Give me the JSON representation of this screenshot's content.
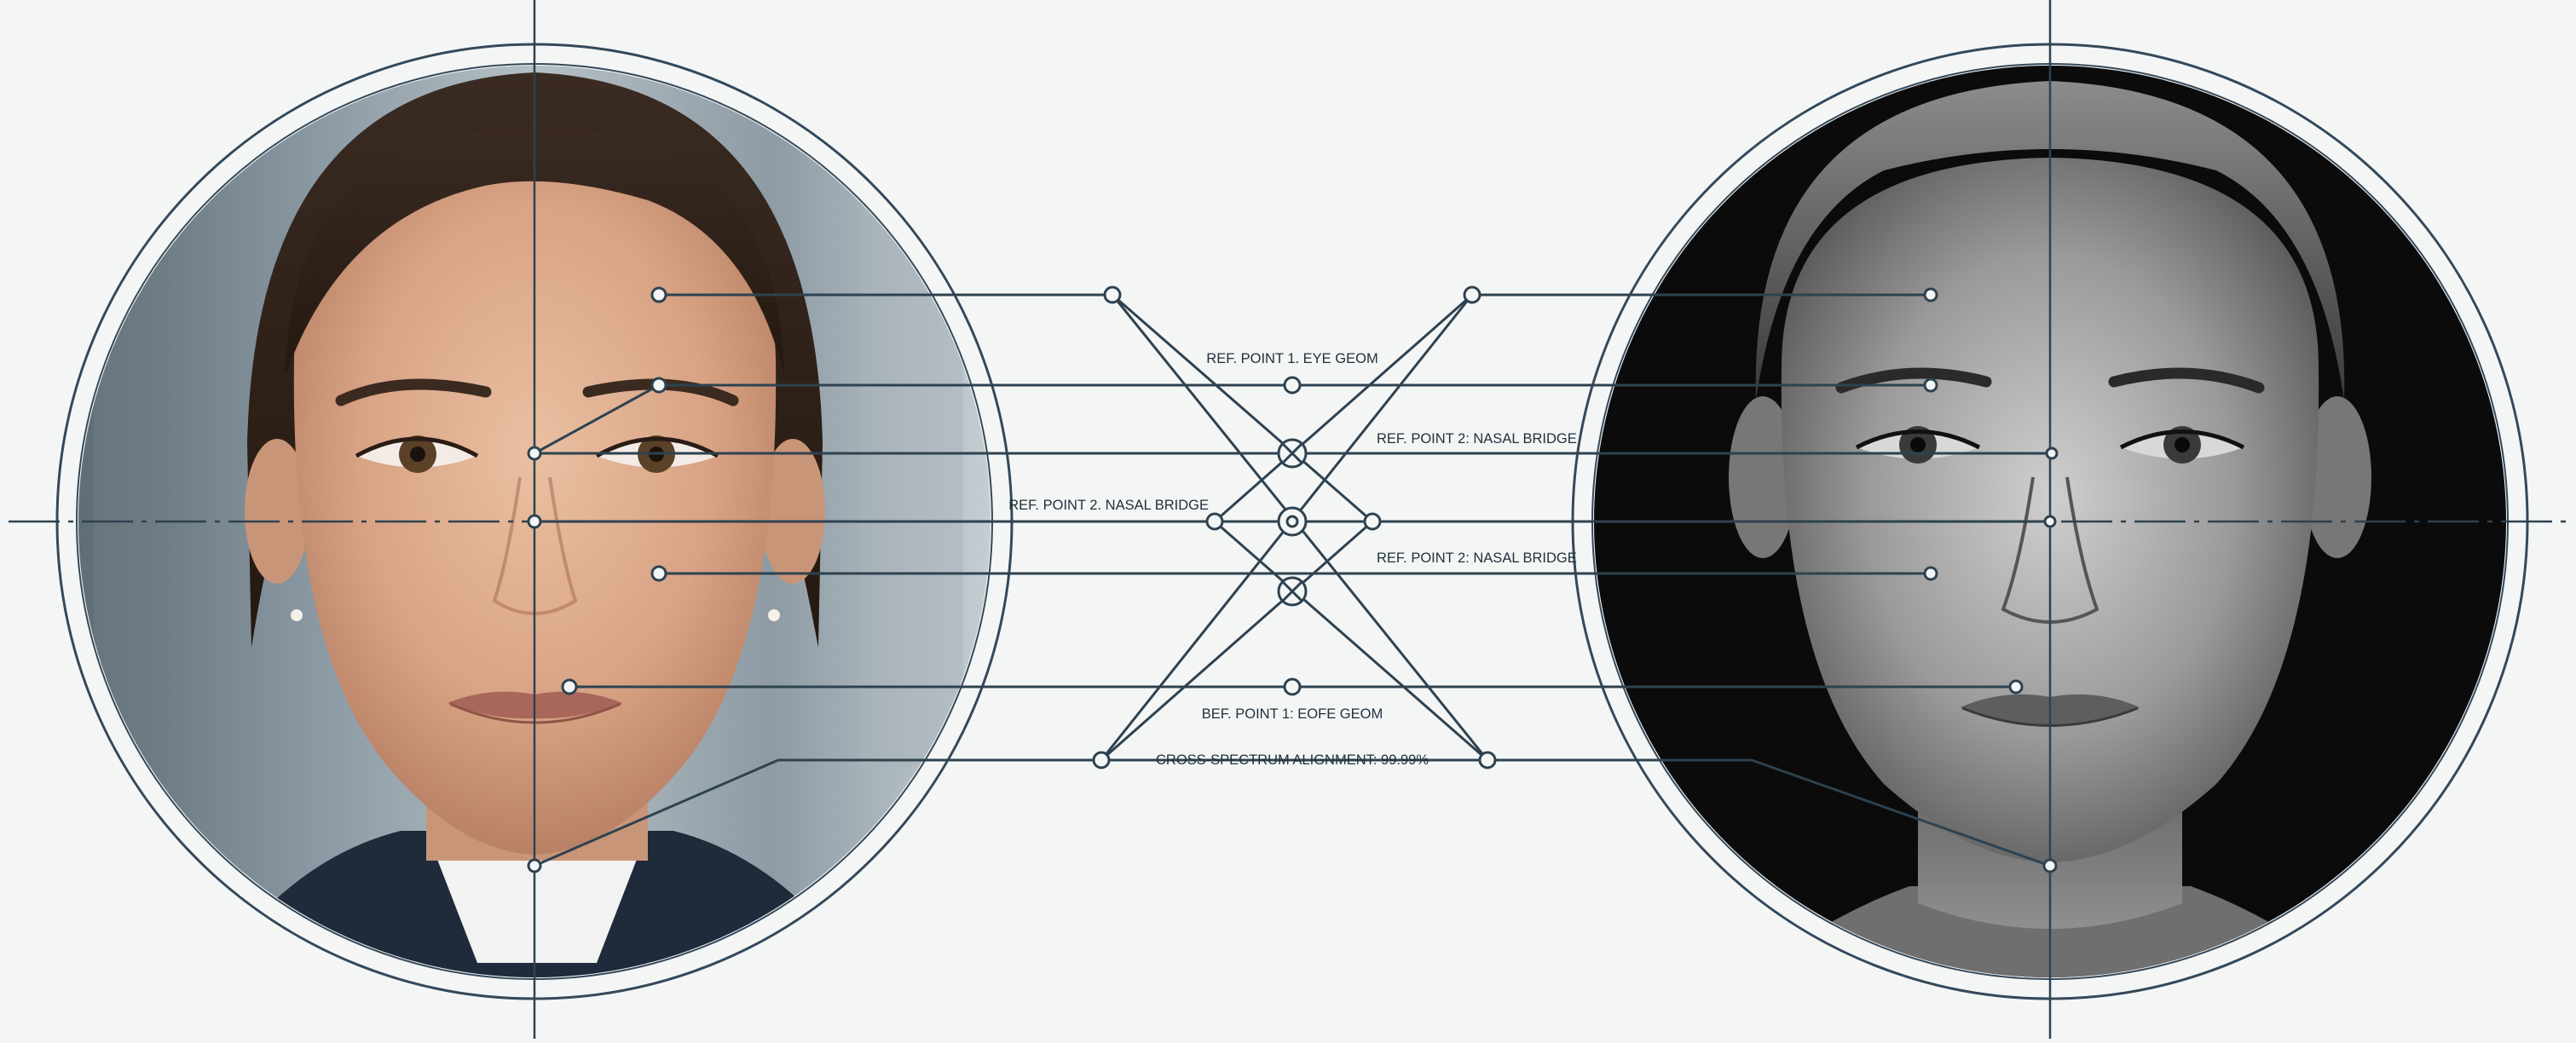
{
  "labels": {
    "ref_eye_top": "REF. POINT 1. EYE GEOM",
    "ref_nasal_right_upper": "REF. POINT 2: NASAL BRIDGE",
    "ref_nasal_left": "REF. POINT 2. NASAL BRIDGE",
    "ref_nasal_right_lower": "REF. POINT 2: NASAL BRIDGE",
    "ref_eye_bottom": "BEF. POINT 1: EOFE GEOM",
    "alignment": "CROSS-SPECTRUM ALIGNMENT: 99.99%"
  },
  "portraits": {
    "left": {
      "kind": "color photograph",
      "background": "blurred office window"
    },
    "right": {
      "kind": "black-and-white photograph",
      "background": "black"
    }
  },
  "colors": {
    "background": "#f4f6f6",
    "line": "#2e4250",
    "ring": "#34495a",
    "skin_color": "#d9a98a",
    "skin_mono": "#8a8a8a"
  }
}
